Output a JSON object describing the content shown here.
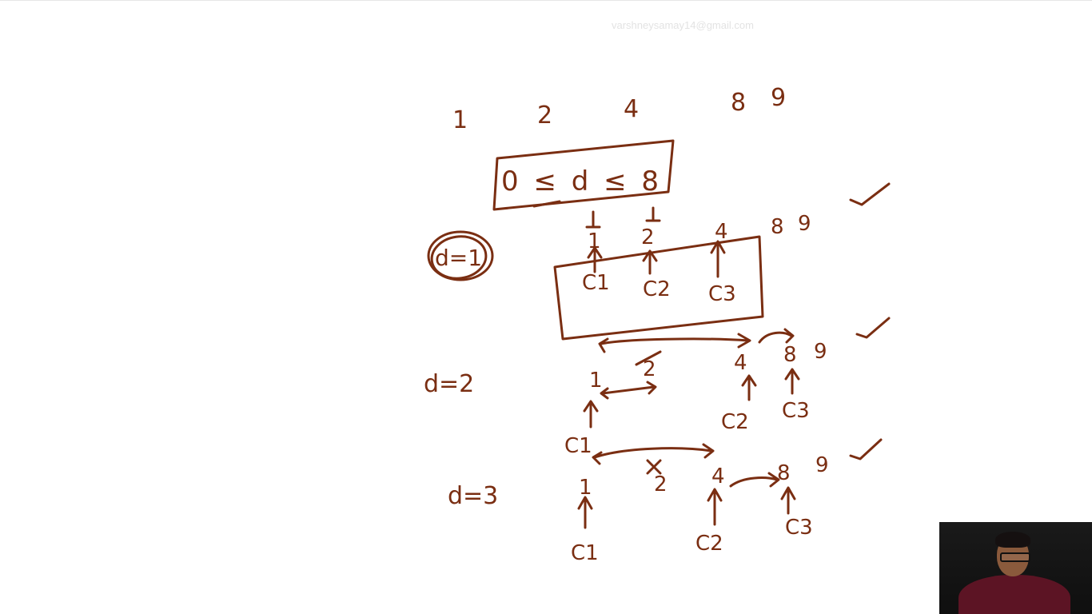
{
  "watermark": {
    "text": "varshneysamay14@gmail.com"
  },
  "whiteboard": {
    "top_numbers": [
      "1",
      "2",
      "4",
      "8",
      "9"
    ],
    "range_box": "0 ≤ d ≤ 8",
    "step1": {
      "label": "d=1",
      "numbers": [
        "1",
        "2",
        "4",
        "8",
        "9"
      ],
      "cows": [
        "C1",
        "C2",
        "C3"
      ]
    },
    "step2": {
      "label": "d=2",
      "numbers": [
        "1",
        "2",
        "4",
        "8",
        "9"
      ],
      "cows": [
        "C1",
        "C2",
        "C3"
      ]
    },
    "step3": {
      "label": "d=3",
      "numbers": [
        "1",
        "2",
        "4",
        "8",
        "9"
      ],
      "cows": [
        "C1",
        "C2",
        "C3"
      ]
    }
  },
  "colors": {
    "ink": "#7a2e12",
    "background": "#ffffff"
  },
  "webcam": {
    "icon": "presenter-video"
  }
}
